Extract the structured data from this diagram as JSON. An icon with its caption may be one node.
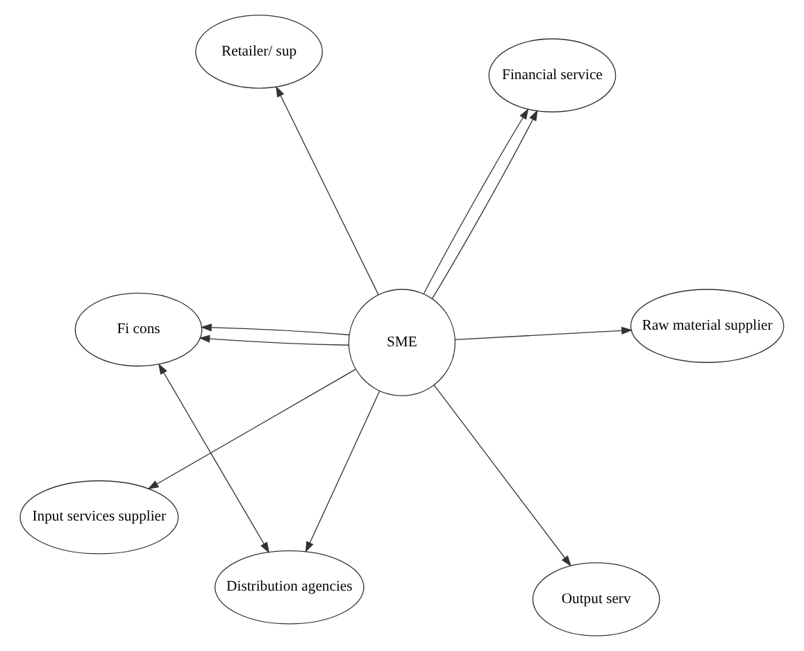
{
  "diagram": {
    "nodes": [
      {
        "text": [
          "SME"
        ]
      },
      {
        "text": [
          "Raw material supplier"
        ]
      },
      {
        "text": [
          "Distribution agencies"
        ]
      },
      {
        "text": [
          "Retailer/ sup"
        ]
      },
      {
        "text": [
          "Financial service"
        ]
      },
      {
        "text": [
          "Fi cons"
        ]
      },
      {
        "text": [
          "Input services supplier"
        ]
      },
      {
        "text": [
          "Output serv"
        ]
      }
    ],
    "edges": [
      {
        "from": 0,
        "to": 1,
        "arrow": "to"
      },
      {
        "from": 0,
        "to": 2,
        "arrow": "to"
      },
      {
        "from": 0,
        "to": 3,
        "arrow": "to"
      },
      {
        "from": 0,
        "to": 4,
        "arrow": "to"
      },
      {
        "from": 0,
        "to": 4,
        "arrow": "to"
      },
      {
        "from": 0,
        "to": 5,
        "arrow": "to"
      },
      {
        "from": 0,
        "to": 5,
        "arrow": "to"
      },
      {
        "from": 0,
        "to": 6,
        "arrow": "to"
      },
      {
        "from": 0,
        "to": 7,
        "arrow": "to"
      },
      {
        "from": 2,
        "to": 5,
        "arrow": "both"
      }
    ]
  }
}
